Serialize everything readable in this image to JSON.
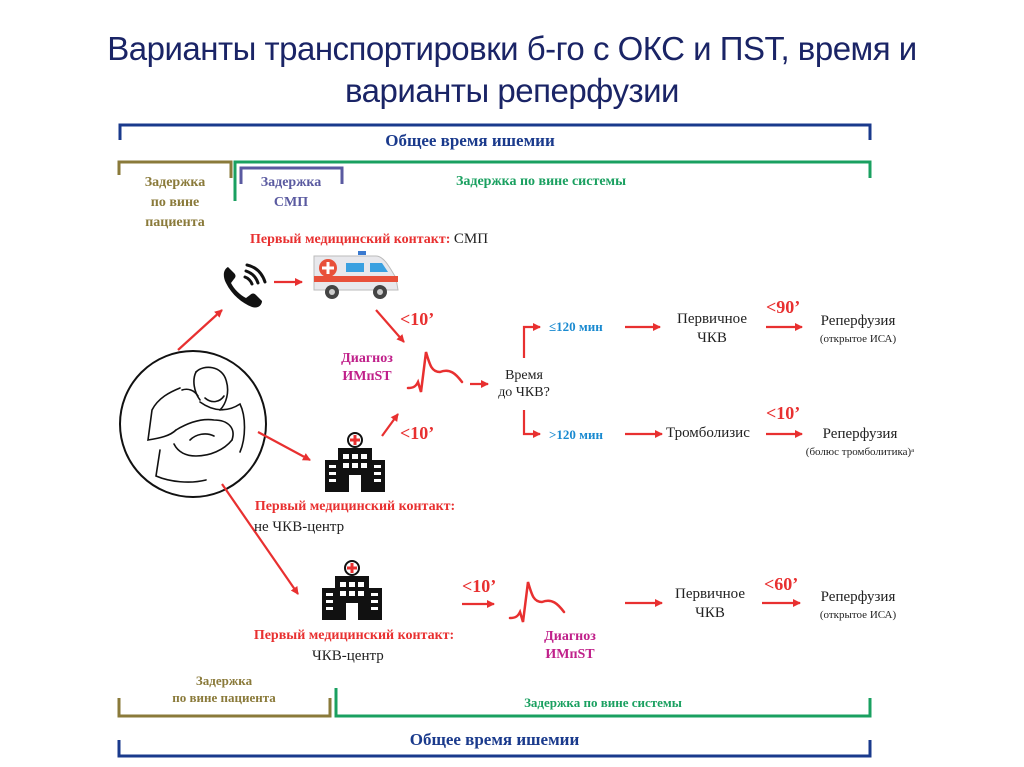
{
  "title": "Варианты транспортировки б-го с ОКС и ПST, время и варианты реперфузии",
  "title_line1": "Варианты транспортировки б-го с ОКС и ПST, время и",
  "title_line2": "варианты реперфузии",
  "colors": {
    "total_ischemia": "#1a3a8c",
    "patient_delay": "#8a7a3a",
    "ems_delay": "#5a5aa0",
    "system_delay": "#1aa060",
    "arrows": "#e83030",
    "diagnosis": "#c0208a",
    "time_threshold": "#1a8ad0"
  },
  "top_brackets": {
    "total": "Общее время ишемии",
    "patient_delay_l1": "Задержка",
    "patient_delay_l2": "по вине",
    "patient_delay_l3": "пациента",
    "ems_delay_l1": "Задержка",
    "ems_delay_l2": "СМП",
    "system_delay": "Задержка по вине системы"
  },
  "bottom_brackets": {
    "patient_delay_l1": "Задержка",
    "patient_delay_l2": "по вине пациента",
    "system_delay": "Задержка по вине системы",
    "total": "Общее время ишемии"
  },
  "icons": {
    "patient": "patient-chest-pain-icon",
    "phone": "phone-icon",
    "ambulance": "ambulance-icon",
    "hospital": "hospital-icon",
    "ecg": "ecg-st-elevation-icon"
  },
  "path_ems": {
    "fmc_label": "Первый медицинский контакт:",
    "fmc_value": "СМП",
    "time": "<10’",
    "diag_l1": "Диагноз",
    "diag_l2": "ИМпST"
  },
  "path_non_pci": {
    "fmc_label": "Первый медицинский контакт:",
    "fmc_value": "не ЧКВ-центр",
    "time": "<10’"
  },
  "decision": {
    "l1": "Время",
    "l2": "до ЧКВ?",
    "upper_threshold": "≤120 мин",
    "upper_step_l1": "Первичное",
    "upper_step_l2": "ЧКВ",
    "upper_time": "<90’",
    "upper_result": "Реперфузия",
    "upper_result_note": "(открытое ИСА)",
    "lower_threshold": ">120 мин",
    "lower_step": "Тромболизис",
    "lower_time": "<10’",
    "lower_result": "Реперфузия",
    "lower_result_note": "(болюс тромболитика)ᵃ"
  },
  "path_pci": {
    "fmc_label": "Первый медицинский контакт:",
    "fmc_value": "ЧКВ-центр",
    "time": "<10’",
    "diag_l1": "Диагноз",
    "diag_l2": "ИМпST",
    "step_l1": "Первичное",
    "step_l2": "ЧКВ",
    "step_time": "<60’",
    "result": "Реперфузия",
    "result_note": "(открытое ИСА)"
  }
}
